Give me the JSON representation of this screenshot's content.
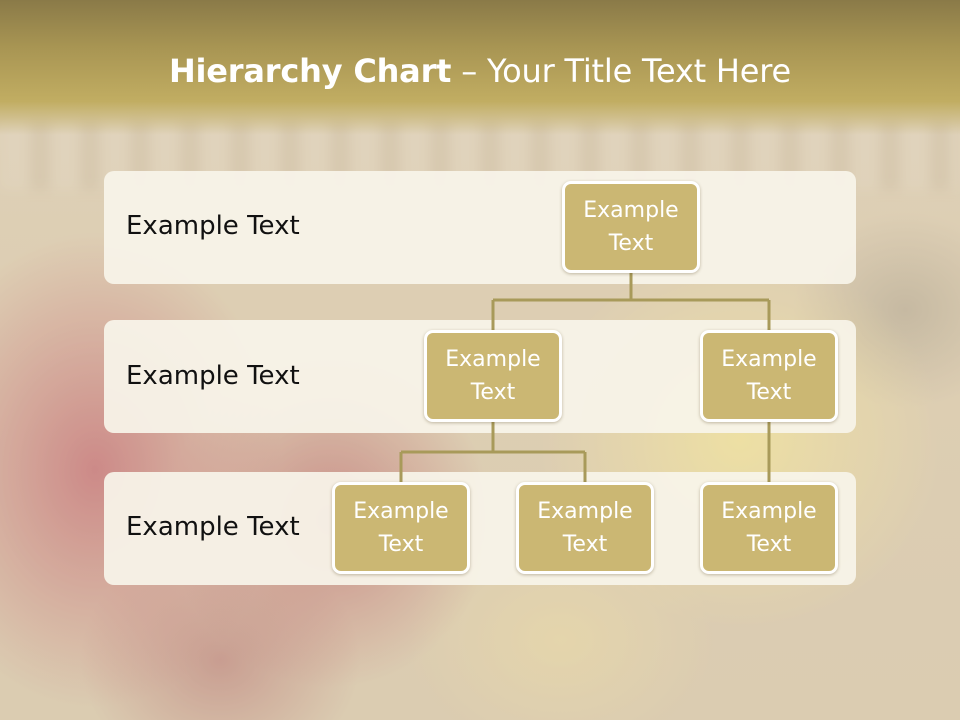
{
  "title": {
    "bold": "Hierarchy Chart",
    "rest": " – Your Title Text Here"
  },
  "levels": [
    {
      "label": "Example Text"
    },
    {
      "label": "Example Text"
    },
    {
      "label": "Example Text"
    }
  ],
  "nodes": {
    "root": "Example\nText",
    "level2_left": "Example\nText",
    "level2_right": "Example\nText",
    "level3_a": "Example\nText",
    "level3_b": "Example\nText",
    "level3_c": "Example\nText"
  },
  "colors": {
    "header": "#a89553",
    "node_fill": "#cbb773",
    "connector": "#a89a5a",
    "band": "#f8f4e9"
  }
}
